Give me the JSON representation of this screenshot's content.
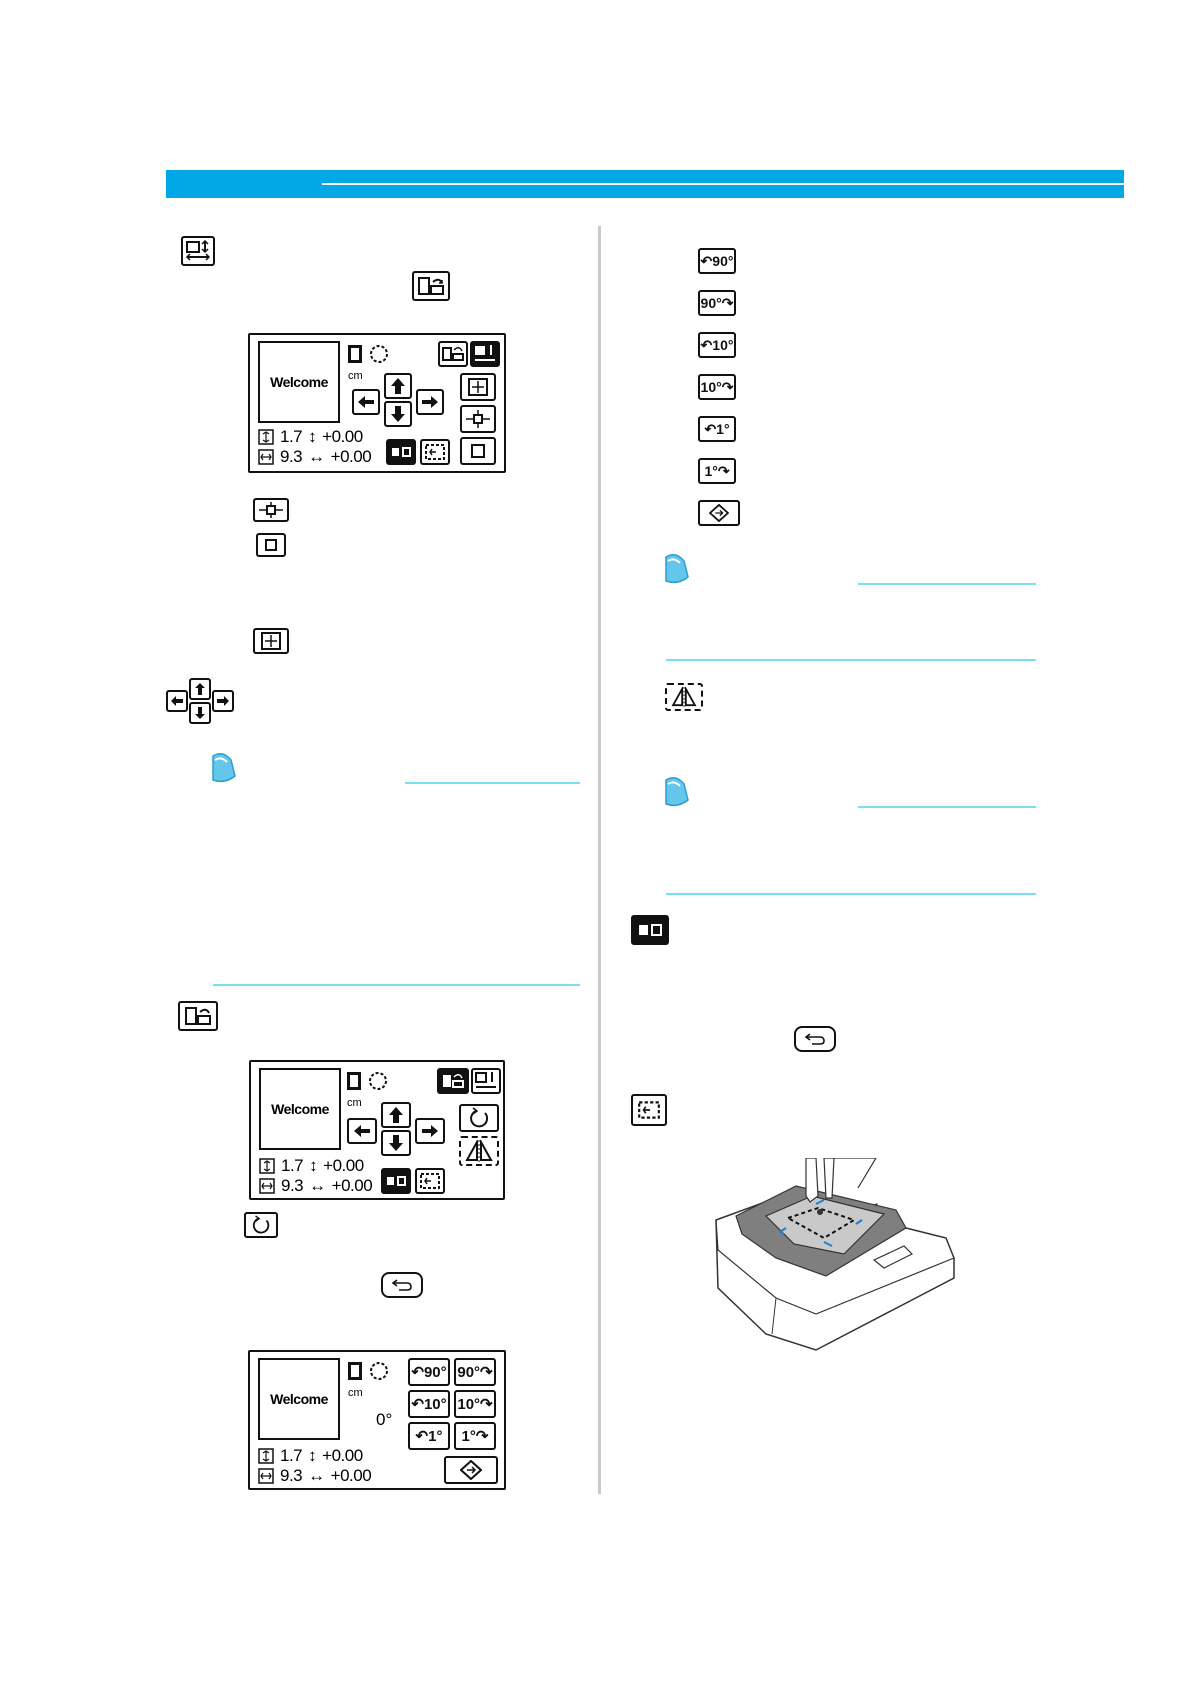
{
  "page": {
    "accent_color": "#00a9e6",
    "rule_color": "#7ae0f0"
  },
  "lcd_screens": [
    {
      "preview_text": "Welcome",
      "unit": "cm",
      "height_value": "1.7",
      "height_offset": "+0.00",
      "width_value": "9.3",
      "width_offset": "+0.00",
      "buttons": [
        "rotate-screen-icon",
        "size-mode-icon",
        "arrow-left-icon",
        "arrow-up-icon",
        "arrow-down-icon",
        "arrow-right-icon",
        "enlarge-icon",
        "center-icon",
        "reset-icon",
        "trial-icon",
        "frame-check-icon"
      ]
    },
    {
      "preview_text": "Welcome",
      "unit": "cm",
      "height_value": "1.7",
      "height_offset": "+0.00",
      "width_value": "9.3",
      "width_offset": "+0.00",
      "buttons": [
        "rotate-screen-icon",
        "size-mode-icon",
        "arrow-left-icon",
        "arrow-up-icon",
        "arrow-down-icon",
        "arrow-right-icon",
        "rotate-icon",
        "mirror-icon",
        "trial-icon",
        "frame-check-icon"
      ]
    },
    {
      "preview_text": "Welcome",
      "unit": "cm",
      "angle": "0°",
      "height_value": "1.7",
      "height_offset": "+0.00",
      "width_value": "9.3",
      "width_offset": "+0.00",
      "rotate_labels": [
        "90°",
        "90°",
        "10°",
        "10°",
        "1°",
        "1°"
      ]
    }
  ],
  "rotate_buttons": [
    {
      "label": "90°",
      "dir": "left"
    },
    {
      "label": "90°",
      "dir": "right"
    },
    {
      "label": "10°",
      "dir": "left"
    },
    {
      "label": "10°",
      "dir": "right"
    },
    {
      "label": "1°",
      "dir": "left"
    },
    {
      "label": "1°",
      "dir": "right"
    }
  ]
}
